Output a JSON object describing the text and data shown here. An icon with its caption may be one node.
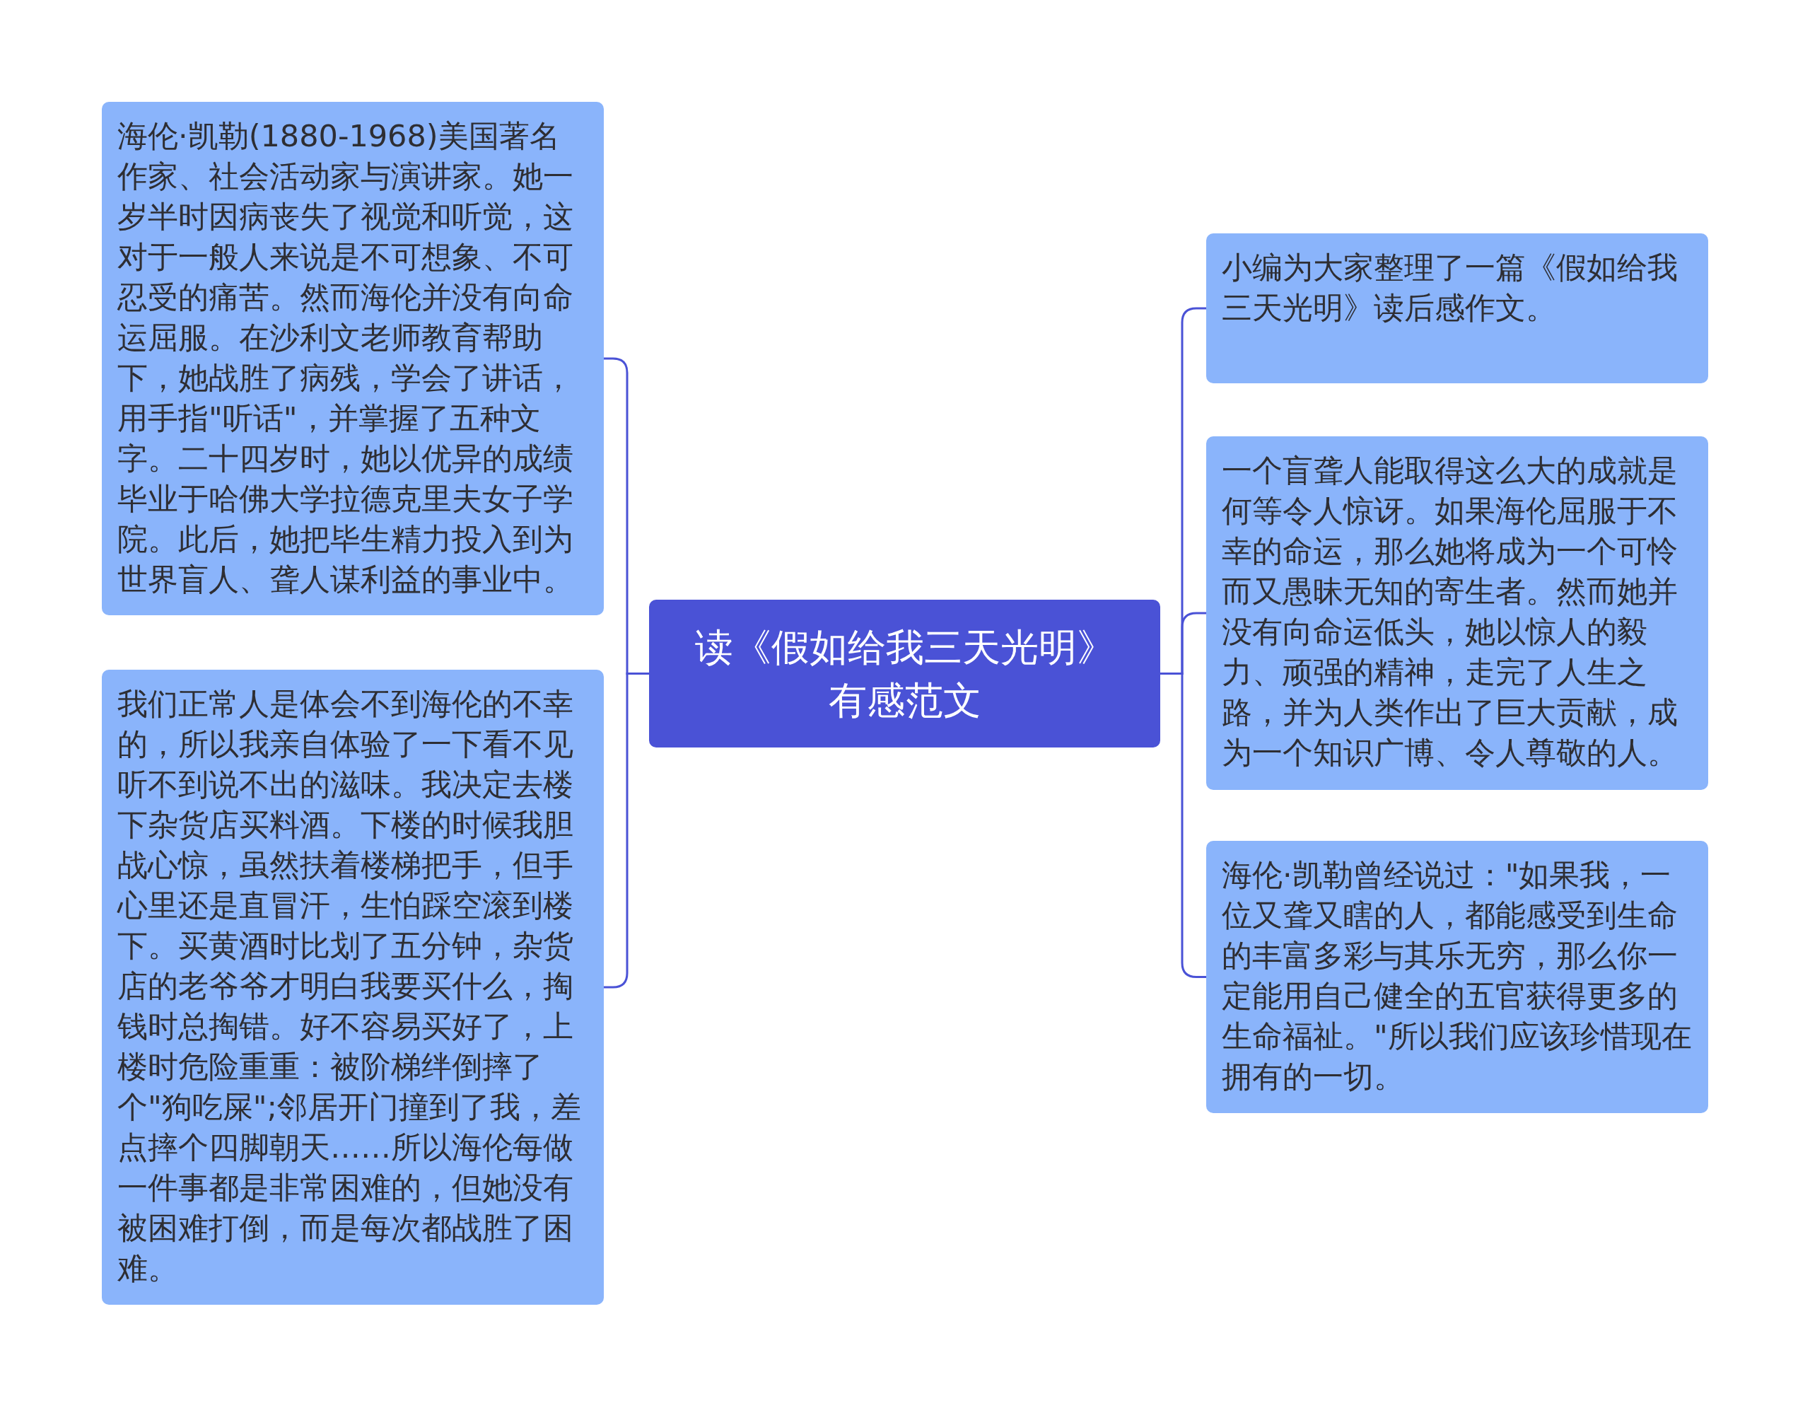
{
  "diagram": {
    "nodes": [
      {
        "text": [
          "读《假如给我三天光明》有感范文"
        ]
      },
      {
        "text": [
          "海伦·凯勒(1880-1968)美国著名作家、社会活动家与演讲家。她一岁半时因病丧失了视觉和听觉，这对于一般人来说是不可想象、不可忍受的痛苦。然而海伦并没有向命运屈服。在沙利文老师教育帮助下，她战胜了病残，学会了讲话，用手指\"听话\"，并掌握了五种文字。二十四岁时，她以优异的成绩毕业于哈佛大学拉德克里夫女子学院。此后，她把毕生精力投入到为世界盲人、聋人谋利益的事业中。"
        ]
      },
      {
        "text": [
          "我们正常人是体会不到海伦的不幸的，所以我亲自体验了一下看不见听不到说不出的滋味。我决定去楼下杂货店买料酒。下楼的时候我胆战心惊，虽然扶着楼梯把手，但手心里还是直冒汗，生怕踩空滚到楼下。买黄酒时比划了五分钟，杂货店的老爷爷才明白我要买什么，掏钱时总掏错。好不容易买好了，上楼时危险重重：被阶梯绊倒摔了个\"狗吃屎\";邻居开门撞到了我，差点摔个四脚朝天……所以海伦每做一件事都是非常困难的，但她没有被困难打倒，而是每次都战胜了困难。"
        ]
      },
      {
        "text": [
          "小编为大家整理了一篇《假如给我三天光明》读后感作文。"
        ]
      },
      {
        "text": [
          "一个盲聋人能取得这么大的成就是何等令人惊讶。如果海伦屈服于不幸的命运，那么她将成为一个可怜而又愚昧无知的寄生者。然而她并没有向命运低头，她以惊人的毅力、顽强的精神，走完了人生之路，并为人类作出了巨大贡献，成为一个知识广博、令人尊敬的人。"
        ]
      },
      {
        "text": [
          "海伦·凯勒曾经说过：\"如果我，一位又聋又瞎的人，都能感受到生命的丰富多彩与其乐无穷，那么你一定能用自己健全的五官获得更多的生命福祉。\"所以我们应该珍惜现在拥有的一切。"
        ]
      }
    ],
    "edges": [
      {
        "from": 0,
        "to": 1,
        "arrow": "none"
      },
      {
        "from": 0,
        "to": 2,
        "arrow": "none"
      },
      {
        "from": 0,
        "to": 3,
        "arrow": "none"
      },
      {
        "from": 0,
        "to": 4,
        "arrow": "none"
      },
      {
        "from": 0,
        "to": 5,
        "arrow": "none"
      }
    ]
  }
}
